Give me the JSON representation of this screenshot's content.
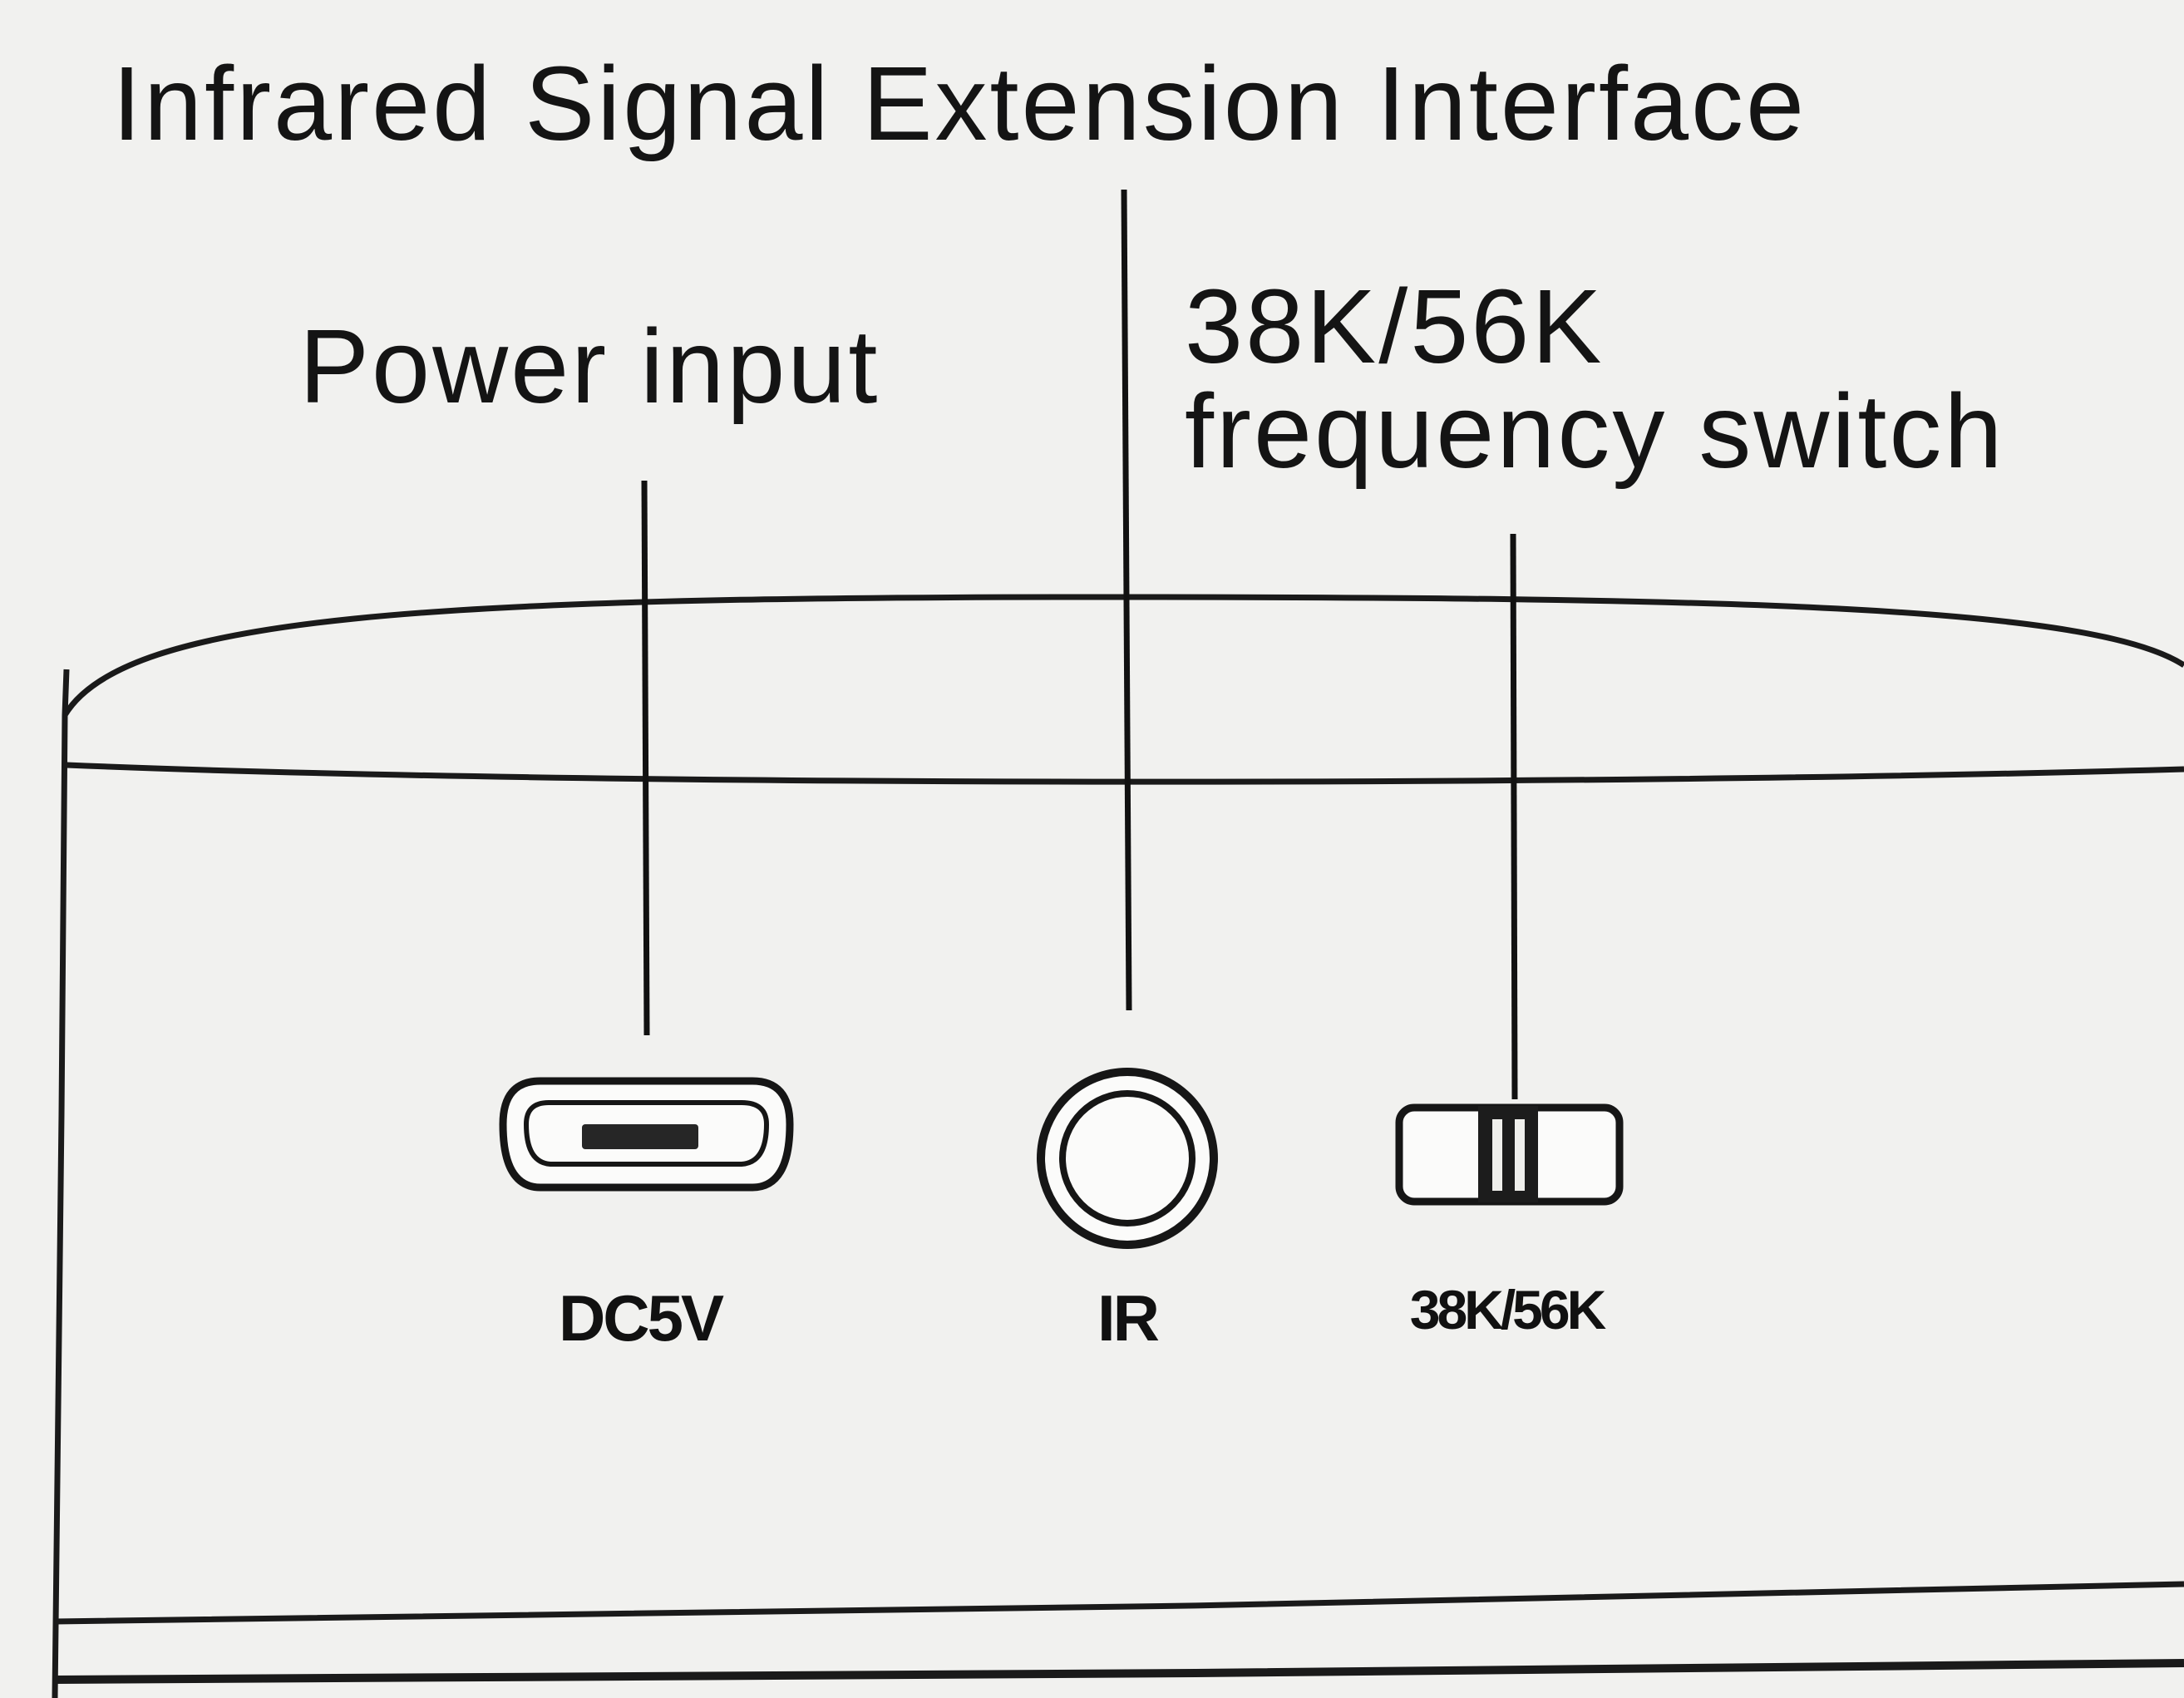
{
  "labels": {
    "ir_extension": "Infrared Signal Extension Interface",
    "power_input": "Power input",
    "freq_switch_line1": "38K/56K",
    "freq_switch_line2": "frequency switch"
  },
  "ports": {
    "dc": "DC5V",
    "ir": "IR",
    "switch": "38K/56K"
  }
}
